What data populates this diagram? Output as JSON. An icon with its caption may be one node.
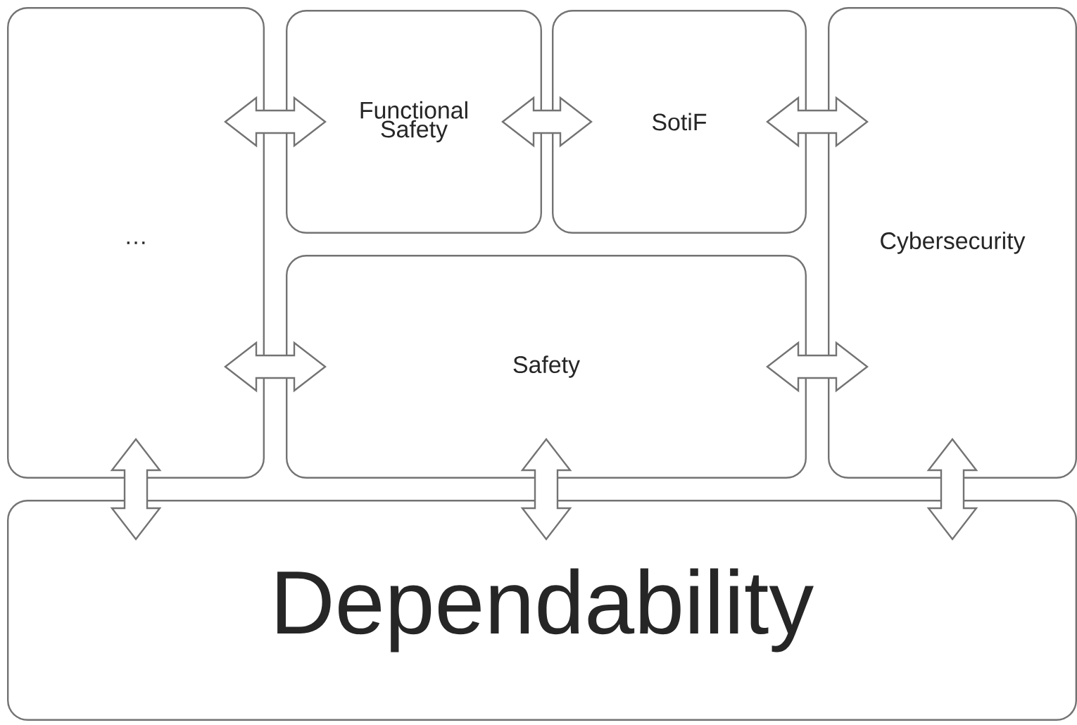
{
  "diagram": {
    "nodes": [
      {
        "text": [
          "…"
        ]
      },
      {
        "text": [
          "Functional Safety"
        ]
      },
      {
        "text": [
          "SotiF"
        ]
      },
      {
        "text": [
          "Cybersecurity"
        ]
      },
      {
        "text": [
          "Safety"
        ]
      },
      {
        "text": [
          "Dependability"
        ]
      }
    ],
    "edges": [
      {
        "from": 0,
        "to": 1,
        "arrow": "both"
      },
      {
        "from": 1,
        "to": 2,
        "arrow": "both"
      },
      {
        "from": 2,
        "to": 3,
        "arrow": "both"
      },
      {
        "from": 0,
        "to": 4,
        "arrow": "both"
      },
      {
        "from": 4,
        "to": 3,
        "arrow": "both"
      },
      {
        "from": 0,
        "to": 5,
        "arrow": "both"
      },
      {
        "from": 4,
        "to": 5,
        "arrow": "both"
      },
      {
        "from": 3,
        "to": 5,
        "arrow": "both"
      }
    ]
  }
}
